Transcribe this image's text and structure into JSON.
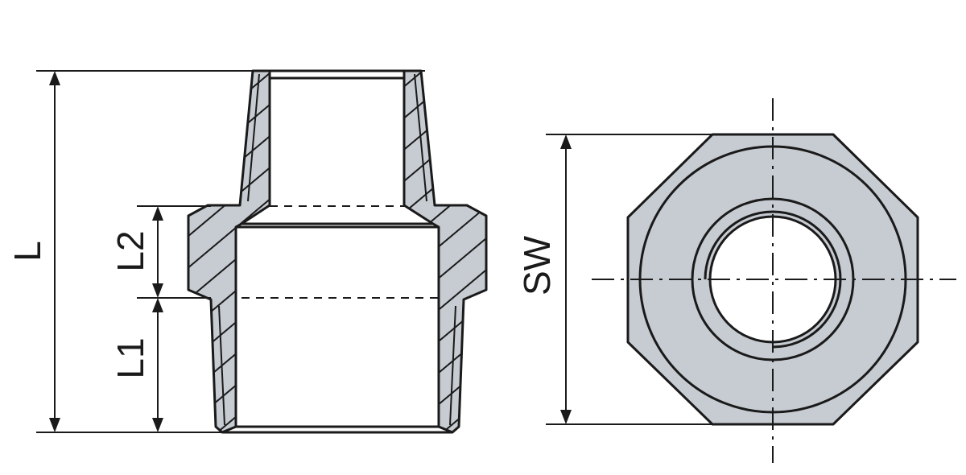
{
  "labels": {
    "overall_length": "L",
    "upper_length": "L2",
    "lower_length": "L1",
    "across_flats": "SW"
  },
  "colors": {
    "fill": "#c7ccd2",
    "line": "#1a1a1a",
    "background": "#ffffff"
  }
}
